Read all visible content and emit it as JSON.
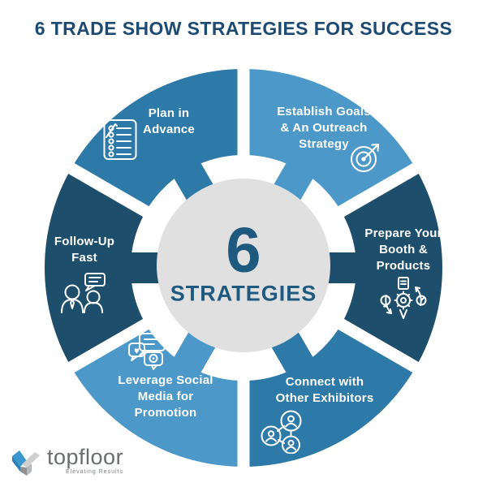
{
  "title": "6 TRADE SHOW STRATEGIES FOR SUCCESS",
  "center": {
    "number": "6",
    "label": "STRATEGIES"
  },
  "palette": {
    "title_color": "#1c4a73",
    "medium_blue": "#2d7aa9",
    "light_blue": "#4c99c9",
    "dark_navy": "#1d4e6b",
    "center_circle": "#e0e0e1",
    "center_text": "#1e5a80",
    "segment_text": "#ffffff",
    "logo_gray": "#696d70"
  },
  "segments": [
    {
      "id": "establish-goals",
      "label": "Establish Goals\n& An Outreach\nStrategy",
      "icon": "target-icon",
      "color": "light_blue"
    },
    {
      "id": "prepare-booth",
      "label": "Prepare Your\nBooth &\nProducts",
      "icon": "process-gear-icon",
      "color": "dark_navy"
    },
    {
      "id": "connect-exhibitors",
      "label": "Connect with\nOther Exhibitors",
      "icon": "people-network-icon",
      "color": "medium_blue"
    },
    {
      "id": "leverage-social",
      "label": "Leverage Social\nMedia for\nPromotion",
      "icon": "social-chat-icon",
      "color": "light_blue"
    },
    {
      "id": "follow-up-fast",
      "label": "Follow-Up\nFast",
      "icon": "conversation-icon",
      "color": "dark_navy"
    },
    {
      "id": "plan-in-advance",
      "label": "Plan in\nAdvance",
      "icon": "checklist-icon",
      "color": "medium_blue"
    }
  ],
  "logo": {
    "name": "topfloor",
    "tagline": "Elevating Results"
  }
}
